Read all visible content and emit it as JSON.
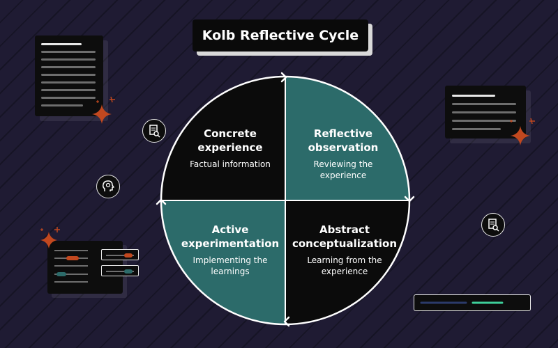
{
  "title": "Kolb Reflective Cycle",
  "quadrants": {
    "top_left": {
      "heading": "Concrete experience",
      "subtext": "Factual information"
    },
    "top_right": {
      "heading": "Reflective observation",
      "subtext": "Reviewing the experience"
    },
    "bottom_left": {
      "heading": "Active experimentation",
      "subtext": "Implementing the learnings"
    },
    "bottom_right": {
      "heading": "Abstract conceptualization",
      "subtext": "Learning from the experience"
    }
  },
  "colors": {
    "background": "#1f1b33",
    "teal": "#2c6b6a",
    "black": "#0b0b0b",
    "accent_orange": "#c2481f",
    "accent_green": "#3ecf9a"
  },
  "icons": {
    "left_round_icon": "document-search-icon",
    "center_left_icon": "head-gear-icon",
    "right_round_icon": "document-search-icon",
    "sparkle": "sparkle-icon"
  },
  "progress": {
    "value": 0.52
  }
}
